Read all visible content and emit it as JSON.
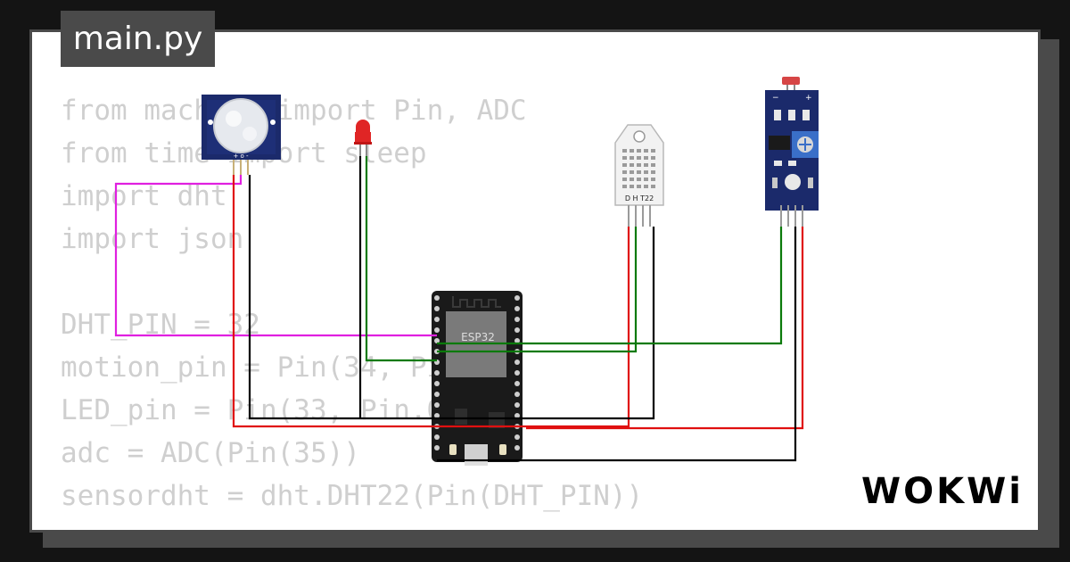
{
  "file_tab": {
    "label": "main.py"
  },
  "code_lines": [
    "from machine import Pin, ADC",
    "from time import sleep",
    "import dht",
    "import json",
    "",
    "DHT_PIN = 32",
    "motion_pin = Pin(34, Pin.IN)",
    "LED_pin = Pin(33, Pin.OUT)",
    "adc = ADC(Pin(35))",
    "sensordht = dht.DHT22(Pin(DHT_PIN))"
  ],
  "components": {
    "esp32_label": "ESP32",
    "dht22_label": "D H T22",
    "pir_pin_marks": "+ o -"
  },
  "brand": {
    "name": "WOKWi"
  },
  "colors": {
    "background": "#141414",
    "card": "#ffffff",
    "frame": "#4a4a4a",
    "code_text": "#cfcfcf",
    "wire_red": "#e01010",
    "wire_black": "#000000",
    "wire_green": "#0a7a0a",
    "wire_magenta": "#e020e0",
    "pcb_blue": "#1b2a6b",
    "esp32_board": "#1a1a1a"
  }
}
